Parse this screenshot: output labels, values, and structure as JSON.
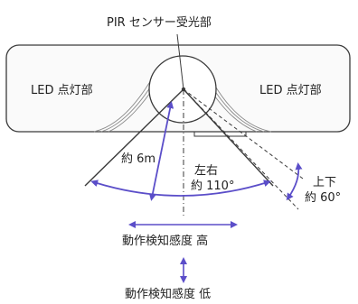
{
  "labels": {
    "sensor": "PIR センサー受光部",
    "led_left": "LED 点灯部",
    "led_right": "LED 点灯部",
    "range": "約 6m",
    "lr_title": "左右",
    "lr_angle": "約 110°",
    "ud_title": "上下",
    "ud_angle": "約 60°",
    "sens_high": "動作検知感度 高",
    "sens_low": "動作検知感度 低"
  },
  "colors": {
    "outline": "#3a3a3a",
    "arrow": "#5b4ec9",
    "text": "#222222"
  }
}
